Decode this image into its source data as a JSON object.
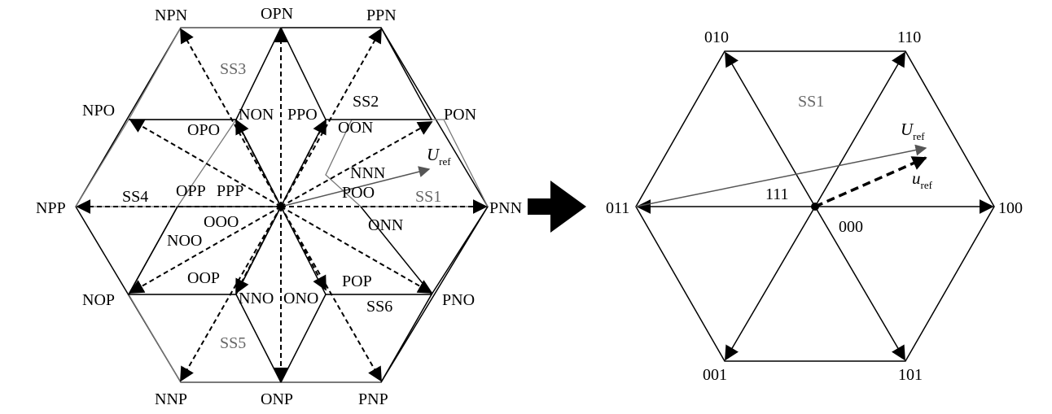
{
  "colors": {
    "black": "#000000",
    "gray": "#777777"
  },
  "left_diagram": {
    "outer_vertices": [
      "PNN",
      "PPN",
      "NPN",
      "NPP",
      "NNP",
      "PNP"
    ],
    "mid_vertices": [
      "PON",
      "OPN",
      "NPO",
      "NOP",
      "ONP",
      "PNO"
    ],
    "inner_labels": {
      "poo": "POO",
      "onn": "ONN",
      "ppo": "PPO",
      "oon": "OON",
      "opo": "OPO",
      "non": "NON",
      "opp": "OPP",
      "npp_small": "PPP",
      "ooo": "OOO",
      "noo": "NOO",
      "oop": "OOP",
      "nno": "NNO",
      "ono": "ONO",
      "pop": "POP",
      "nnn": "NNN"
    },
    "subsectors": {
      "ss1": "SS1",
      "ss2": "SS2",
      "ss3": "SS3",
      "ss4": "SS4",
      "ss5": "SS5",
      "ss6": "SS6"
    },
    "ref_vector": {
      "main": "U",
      "sub": "ref"
    }
  },
  "right_diagram": {
    "vertices": [
      "100",
      "110",
      "010",
      "011",
      "001",
      "101"
    ],
    "zero_upper": "111",
    "zero_lower": "000",
    "sector": "SS1",
    "ref_upper": {
      "main": "U",
      "sub": "ref"
    },
    "ref_lower": {
      "main": "u",
      "sub": "ref"
    }
  }
}
